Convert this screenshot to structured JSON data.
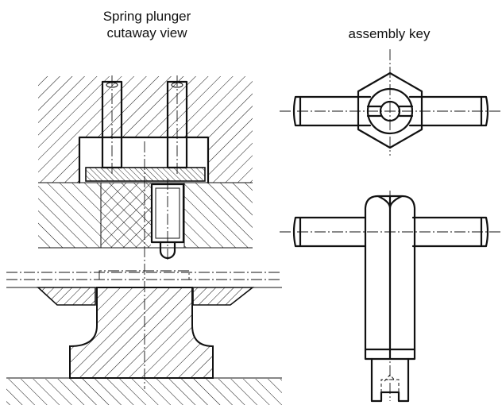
{
  "labels": {
    "left_line1": "Spring plunger",
    "left_line2": "cutaway view",
    "right": "assembly key"
  },
  "colors": {
    "background": "#ffffff",
    "ink": "#111111"
  }
}
